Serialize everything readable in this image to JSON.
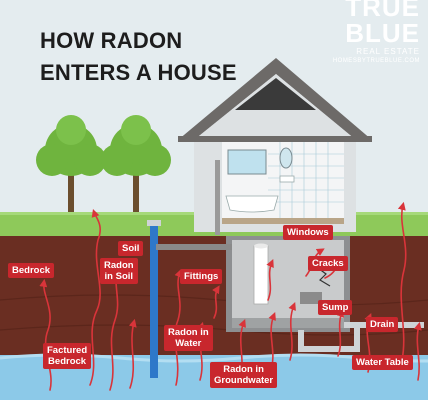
{
  "title": {
    "line1": "HOW RADON",
    "line2": "ENTERS A HOUSE"
  },
  "brand": {
    "line1": "TRUE",
    "line2": "BLUE",
    "line3": "REAL ESTATE",
    "line4": "HOMESBYTRUEBLUE.COM"
  },
  "labels": {
    "soil": "Soil",
    "bedrock": "Bedrock",
    "radon_in_soil_1": "Radon",
    "radon_in_soil_2": "in Soil",
    "fittings": "Fittings",
    "windows": "Windows",
    "cracks": "Cracks",
    "sump": "Sump",
    "drain": "Drain",
    "radon_in_water_1": "Radon in",
    "radon_in_water_2": "Water",
    "factured_bedrock_1": "Factured",
    "factured_bedrock_2": "Bedrock",
    "radon_in_groundwater_1": "Radon in",
    "radon_in_groundwater_2": "Groundwater",
    "water_table": "Water Table"
  },
  "colors": {
    "sky": "#e4ecef",
    "grass": "#8ec95a",
    "soil": "#6a2e22",
    "groundwater": "#8cc9e8",
    "roof": "#6d6a68",
    "house_wall": "#dde1e3",
    "radon_arrow": "#d9343a",
    "label_bg": "#c8272d",
    "tree": "#6fb43e"
  }
}
